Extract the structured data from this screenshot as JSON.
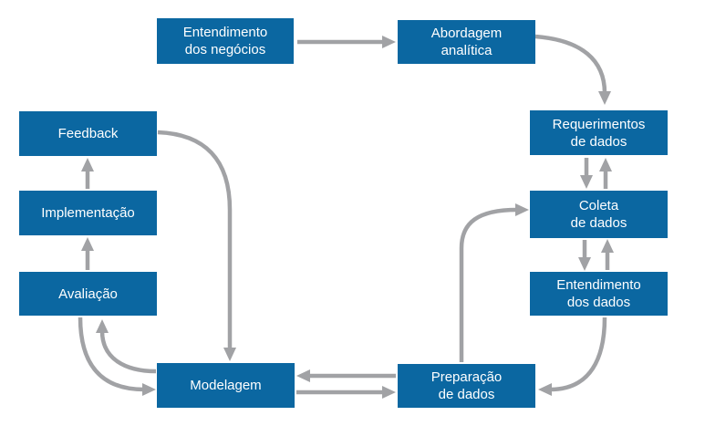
{
  "diagram": {
    "description": "Data science methodology cycle flowchart (Portuguese)",
    "colors": {
      "node_fill": "#0B67A1",
      "node_text": "#FFFFFF",
      "arrow": "#A1A2A5",
      "background": "#FFFFFF"
    },
    "nodes": [
      {
        "id": "entendimento-negocios",
        "line1": "Entendimento",
        "line2": "dos negócios"
      },
      {
        "id": "abordagem-analitica",
        "line1": "Abordagem",
        "line2": "analítica"
      },
      {
        "id": "requerimentos-dados",
        "line1": "Requerimentos",
        "line2": "de dados"
      },
      {
        "id": "coleta-dados",
        "line1": "Coleta",
        "line2": "de dados"
      },
      {
        "id": "entendimento-dados",
        "line1": "Entendimento",
        "line2": "dos dados"
      },
      {
        "id": "preparacao-dados",
        "line1": "Preparação",
        "line2": "de dados"
      },
      {
        "id": "modelagem",
        "line1": "Modelagem"
      },
      {
        "id": "avaliacao",
        "line1": "Avaliação"
      },
      {
        "id": "implementacao",
        "line1": "Implementação"
      },
      {
        "id": "feedback",
        "line1": "Feedback"
      }
    ],
    "edges": [
      {
        "from": "entendimento-negocios",
        "to": "abordagem-analitica"
      },
      {
        "from": "abordagem-analitica",
        "to": "requerimentos-dados"
      },
      {
        "from": "requerimentos-dados",
        "to": "coleta-dados"
      },
      {
        "from": "coleta-dados",
        "to": "requerimentos-dados"
      },
      {
        "from": "coleta-dados",
        "to": "entendimento-dados"
      },
      {
        "from": "entendimento-dados",
        "to": "coleta-dados"
      },
      {
        "from": "entendimento-dados",
        "to": "preparacao-dados"
      },
      {
        "from": "preparacao-dados",
        "to": "coleta-dados"
      },
      {
        "from": "preparacao-dados",
        "to": "modelagem"
      },
      {
        "from": "modelagem",
        "to": "preparacao-dados"
      },
      {
        "from": "feedback",
        "to": "modelagem"
      },
      {
        "from": "avaliacao",
        "to": "modelagem"
      },
      {
        "from": "modelagem",
        "to": "avaliacao"
      },
      {
        "from": "avaliacao",
        "to": "implementacao"
      },
      {
        "from": "implementacao",
        "to": "feedback"
      }
    ]
  }
}
